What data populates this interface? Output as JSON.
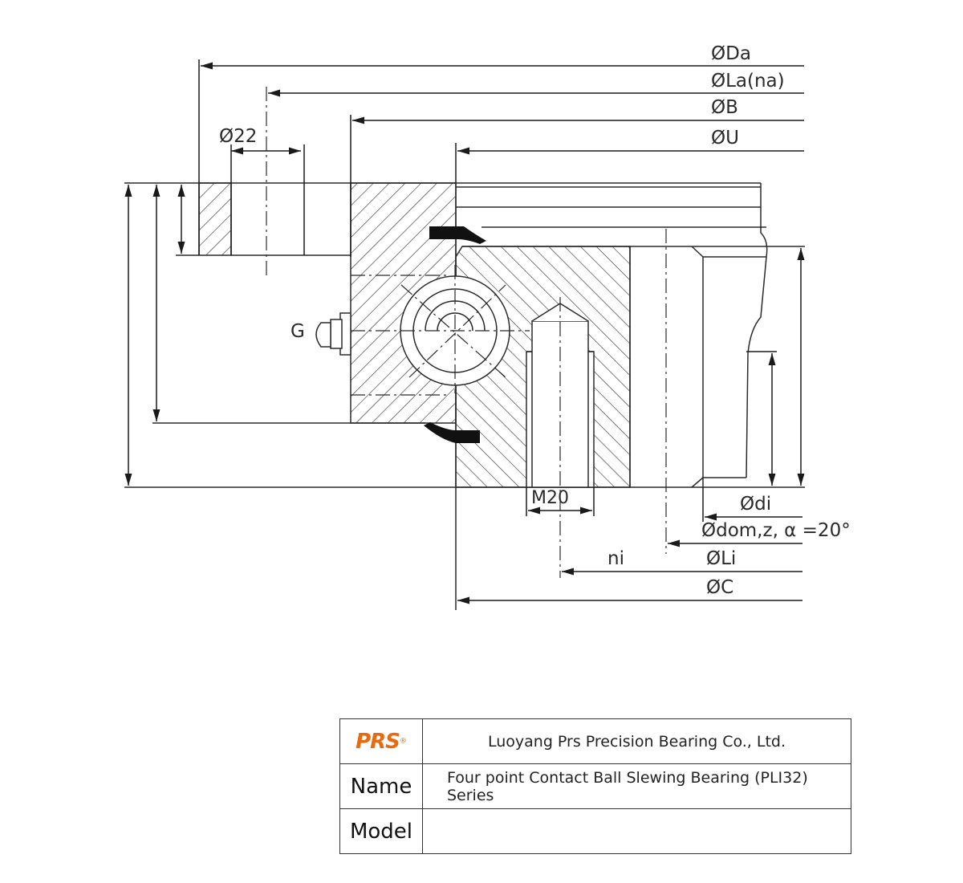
{
  "drawing": {
    "labels": {
      "Da": "ØDa",
      "La": "ØLa(na)",
      "B": "ØB",
      "U": "ØU",
      "hole22": "Ø22",
      "G": "G",
      "di": "Ødi",
      "dom": "Ødom,z, α =20°",
      "Li": "ØLi",
      "C": "ØC",
      "ni": "ni",
      "M20": "M20"
    },
    "colors": {
      "line": "#2a2a2a",
      "accent": "#ea6a12"
    }
  },
  "title_block": {
    "logo": "PRS",
    "company": "Luoyang Prs Precision Bearing Co., Ltd.",
    "name_label": "Name",
    "name_value": "Four point Contact Ball Slewing Bearing (PLI32) Series",
    "model_label": "Model",
    "model_value": ""
  }
}
